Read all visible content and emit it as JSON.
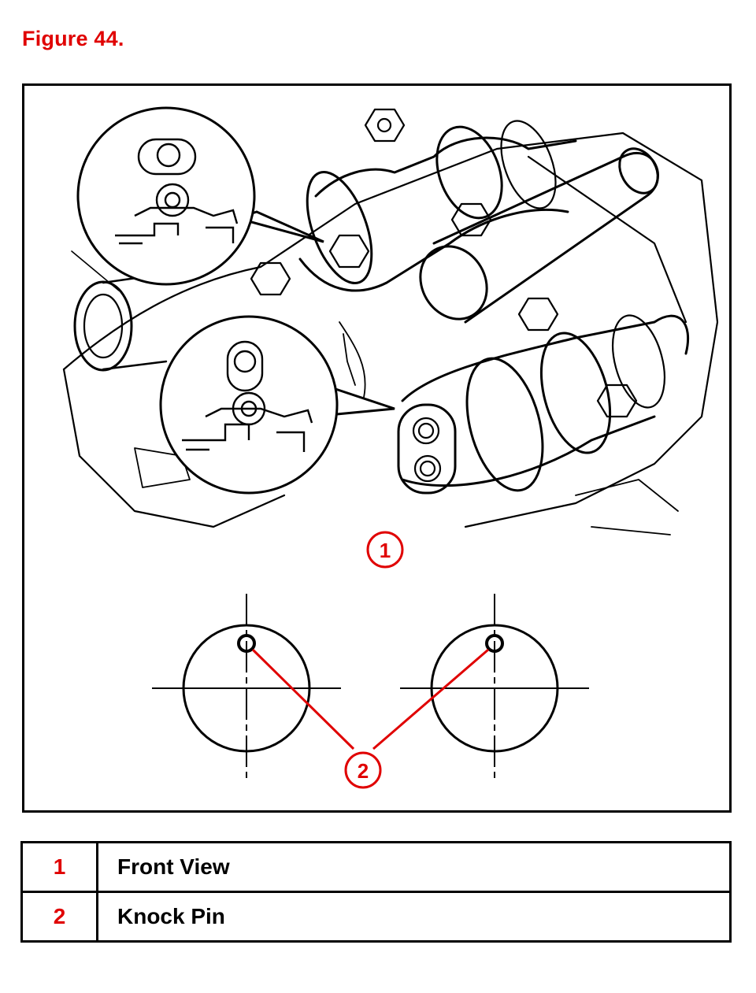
{
  "figure": {
    "title": "Figure 44.",
    "callouts": [
      "1",
      "2"
    ]
  },
  "legend": [
    {
      "number": "1",
      "label": "Front View"
    },
    {
      "number": "2",
      "label": "Knock Pin"
    }
  ],
  "colors": {
    "accent": "#e00000",
    "line": "#000000"
  }
}
